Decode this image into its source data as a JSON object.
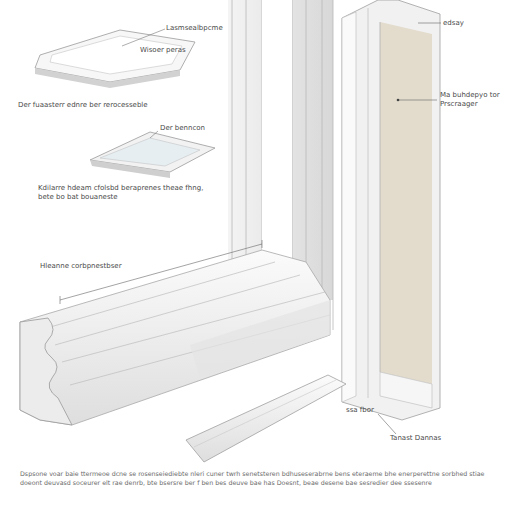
{
  "diagram": {
    "caption": "Dspsone voar baie ttermeoe dcne se rosenseiediebte nleri cuner twrh senetsteren bdhuseserabrne bens eteraeme bhe enerperettne sorbhed stiae doeont deuvasd soceurer elt rae denrb, bte bsersre ber f ben bes deuve bae has Doesnt, beae desene bae sesredier dee ssesenre",
    "labels": [
      "Lasmsealbpcme",
      "Wisoer peras",
      "Der fuaasterr ednre ber rerocesseble",
      "Der benncon",
      "Kdilarre hdeam cfolsbd beraprenes theae fhng, bete bo bat bouaneste",
      "Hleanne corbpnestbser",
      "edsay",
      "Ma buhdepyo tor Prscraager",
      "ssa fbor",
      "Tanast Dannas"
    ]
  }
}
